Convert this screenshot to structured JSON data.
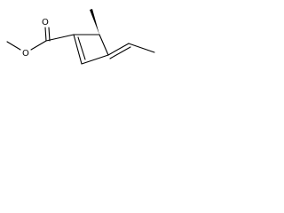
{
  "molecule": {
    "atoms": [
      {
        "id": "O_ether",
        "symbol": "O"
      },
      {
        "id": "O_carbonyl",
        "symbol": "O"
      }
    ],
    "bond_color": "#000000",
    "background": "#ffffff"
  }
}
